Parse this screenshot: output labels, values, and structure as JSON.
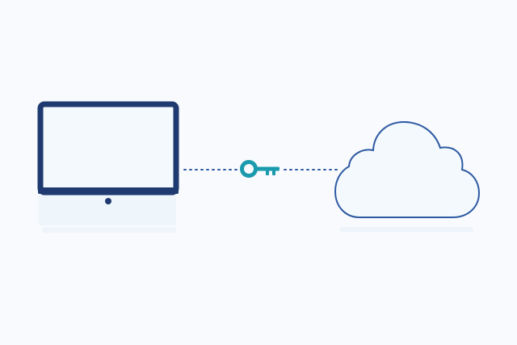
{
  "diagram": {
    "nodes": [
      {
        "id": "computer",
        "icon": "desktop-monitor-icon"
      },
      {
        "id": "key",
        "icon": "key-icon"
      },
      {
        "id": "cloud",
        "icon": "cloud-icon"
      }
    ],
    "connections": [
      {
        "from": "computer",
        "to": "key",
        "style": "dotted"
      },
      {
        "from": "key",
        "to": "cloud",
        "style": "dotted"
      }
    ]
  },
  "colors": {
    "background": "#f8fafd",
    "monitor_frame": "#1e3a70",
    "screen_fill": "#f3f9fd",
    "stand_fill": "#eef5fb",
    "cloud_stroke": "#2f5aa3",
    "cloud_fill": "#f3f9fd",
    "key": "#1a9aad",
    "connector": "#2f5aa3"
  }
}
